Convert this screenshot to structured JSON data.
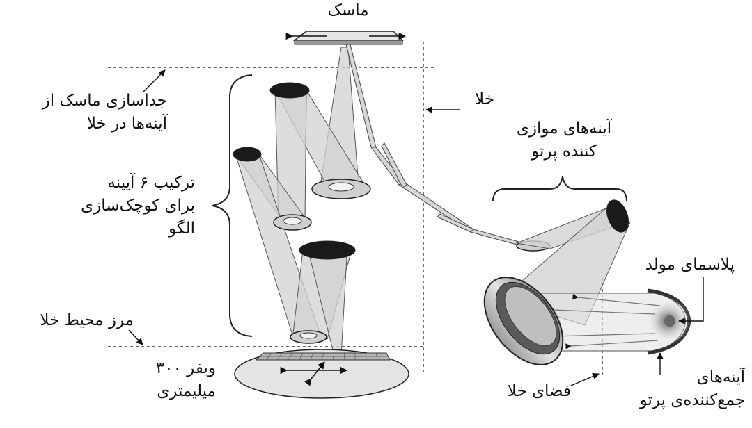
{
  "labels": {
    "mask": "ماسک",
    "mask_separation_line1": "جداسازی ماسک از",
    "mask_separation_line2": "آینه‌ها در خلا",
    "vacuum": "خلا",
    "mirror6_line1": "ترکیب ۶ آیینه",
    "mirror6_line2": "برای کوچک‌سازی",
    "mirror6_line3": "الگو",
    "parallel_mirrors_line1": "آینه‌های موازی",
    "parallel_mirrors_line2": "کننده پرتو",
    "plasma": "پلاسمای مولد",
    "vacuum_boundary": "مرز محیط خلا",
    "wafer_line1": "ویفر ۳۰۰",
    "wafer_line2": "میلیمتری",
    "vacuum_space": "فضای خلا",
    "collector_line1": "آینه‌های",
    "collector_line2": "جمع‌کننده‌ی پرتو"
  },
  "colors": {
    "ink": "#111111",
    "beam": "#d2d2d2",
    "mirror_face": "#1a1a1a",
    "mirror_rim": "#bdbdbd"
  }
}
